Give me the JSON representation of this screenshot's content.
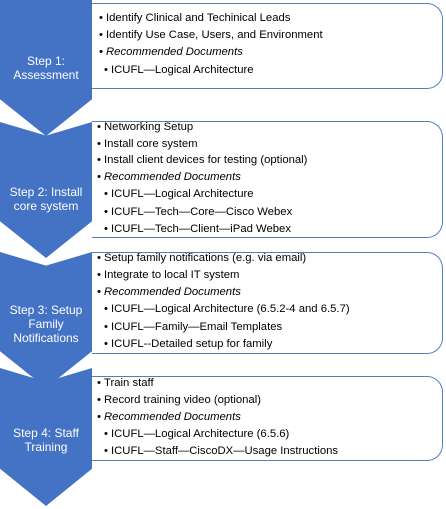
{
  "colors": {
    "arrow": "#4472c4",
    "border": "#4f7fc1"
  },
  "steps": [
    {
      "label_lines": [
        "Step 1:",
        "Assessment"
      ],
      "items": [
        "Identify Clinical and Techinical Leads",
        "Identify Use Case, Users, and Environment",
        "Recommended Documents",
        "ICUFL—Logical Architecture"
      ]
    },
    {
      "label_lines": [
        "Step 2: Install",
        "core system"
      ],
      "items": [
        "Networking Setup",
        "Install core system",
        "Install client devices for testing (optional)",
        "Recommended Documents",
        "ICUFL—Logical Architecture",
        "ICUFL—Tech—Core—Cisco Webex",
        "ICUFL—Tech—Client—iPad Webex"
      ]
    },
    {
      "label_lines": [
        "Step 3: Setup",
        "Family",
        "Notifications"
      ],
      "items": [
        "Setup family notifications (e.g. via email)",
        "Integrate to local IT system",
        "Recommended Documents",
        "ICUFL—Logical Architecture (6.5.2-4 and 6.5.7)",
        "ICUFL—Family—Email Templates",
        "ICUFL--Detailed setup for family"
      ]
    },
    {
      "label_lines": [
        "Step 4: Staff",
        "Training"
      ],
      "items": [
        "Train staff",
        "Record training video (optional)",
        "Recommended Documents",
        "ICUFL—Logical Architecture  (6.5.6)",
        "ICUFL—Staff—CiscoDX—Usage Instructions"
      ]
    }
  ]
}
